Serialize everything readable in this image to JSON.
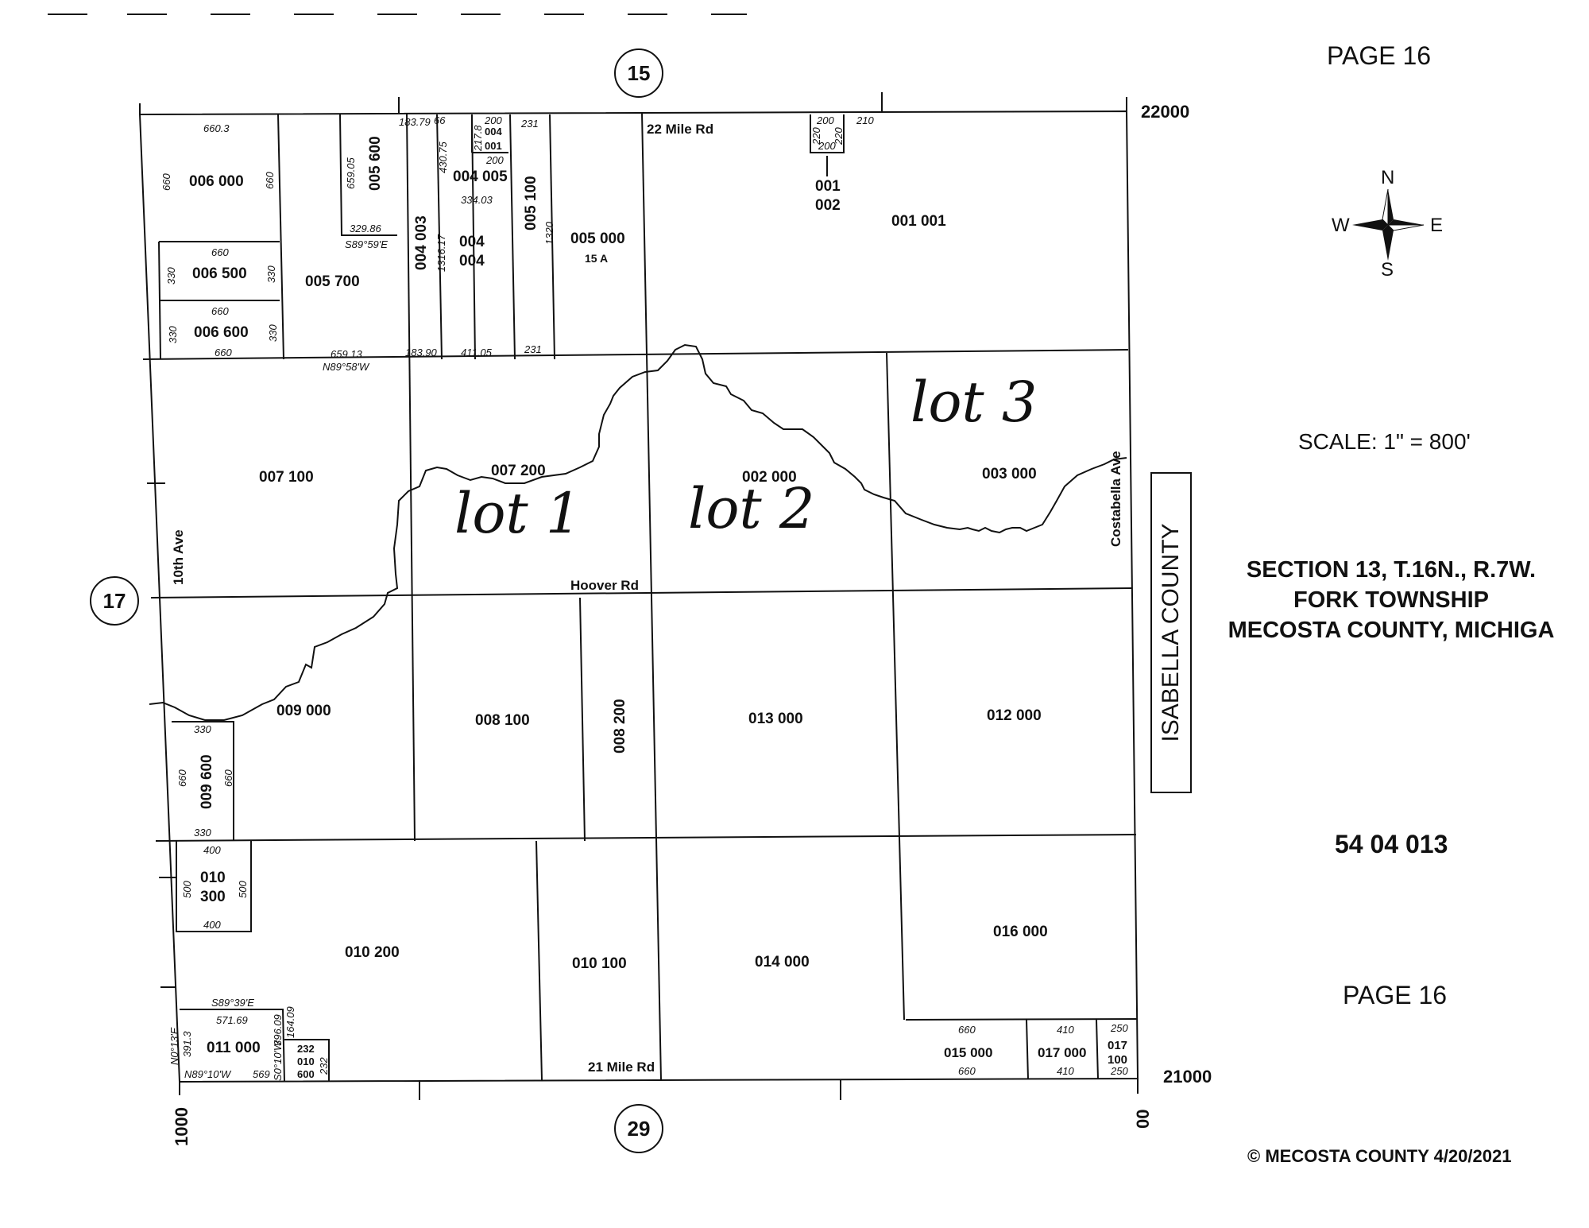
{
  "header": {
    "page_top": "PAGE 16",
    "page_bottom": "PAGE 16",
    "scale": "SCALE: 1\" = 800'",
    "title_line1": "SECTION 13, T.16N., R.7W.",
    "title_line2": "FORK TOWNSHIP",
    "title_line3": "MECOSTA COUNTY, MICHIGA",
    "map_number": "54 04 013",
    "copyright": "© MECOSTA COUNTY 4/20/2021"
  },
  "compass": {
    "n": "N",
    "s": "S",
    "e": "E",
    "w": "W",
    "icon": "compass-rose-icon"
  },
  "county_label": "ISABELLA COUNTY",
  "neighbors": {
    "north": "15",
    "west": "17",
    "south": "29"
  },
  "coords": {
    "top_right": "22000",
    "bottom_right": "21000",
    "bottom_left": "1000",
    "bottom_corner": "00"
  },
  "roads": {
    "north": "22 Mile Rd",
    "center": "Hoover Rd",
    "south": "21 Mile Rd",
    "west": "10th Ave",
    "east": "Costabella Ave"
  },
  "handwritten": {
    "lot1": "lot 1",
    "lot2": "lot 2",
    "lot3": "lot 3"
  },
  "parcels": {
    "p006000": "006 000",
    "p006500": "006 500",
    "p006600": "006 600",
    "p005700": "005 700",
    "p005600": "005 600",
    "p004003": "004 003",
    "p004004a": "004",
    "p004004b": "004",
    "p004005": "004 005",
    "p005100": "005 100",
    "p005000": "005 000",
    "p15a": "15 A",
    "p001a": "001",
    "p002a": "002",
    "p001001": "001 001",
    "p004top": "004",
    "p001top": "001",
    "p007100": "007 100",
    "p007200": "007 200",
    "p002000": "002 000",
    "p003000": "003 000",
    "p009000": "009 000",
    "p009600": "009 600",
    "p008100": "008 100",
    "p008200": "008 200",
    "p013000": "013 000",
    "p012000": "012 000",
    "p010300a": "010",
    "p010300b": "300",
    "p010200": "010 200",
    "p010100": "010 100",
    "p014000": "014 000",
    "p016000": "016 000",
    "p011000": "011 000",
    "p010600a": "232",
    "p010600b": "010",
    "p010600c": "600",
    "p015000": "015 000",
    "p017000": "017 000",
    "p017100a": "017",
    "p017100b": "100"
  },
  "dims": {
    "d660_3": "660.3",
    "d660a": "660",
    "d660b": "660",
    "d660c": "660",
    "d330a": "330",
    "d330b": "330",
    "d660d": "660",
    "d330c": "330",
    "d330d": "330",
    "d660e": "660",
    "d659_05": "659.05",
    "d329_86": "329.86",
    "s89_59e": "S89°59'E",
    "d183_79": "183.79",
    "d66": "66",
    "d430_75": "430.75",
    "d217_8": "217.8",
    "d200a": "200",
    "d200b": "200",
    "d334_03": "334.03",
    "d231a": "231",
    "d231b": "231",
    "d1316_17": "1316.17",
    "d1320": "1320",
    "d659_13": "659.13",
    "n89_58w": "N89°58'W",
    "d183_90": "183.90",
    "d411_05": "411.05",
    "d200c": "200",
    "d200d": "200",
    "d220a": "220",
    "d220b": "220",
    "d210": "210",
    "d330e": "330",
    "d660f": "660",
    "d660g": "660",
    "d330f": "330",
    "d400a": "400",
    "d500a": "500",
    "d500b": "500",
    "d400b": "400",
    "s89_39e": "S89°39'E",
    "d571_69": "571.69",
    "n0_13e": "N0°13'E",
    "d391_3": "391.3",
    "n89_10w": "N89°10'W",
    "d569": "569",
    "s0_10w": "S0°10'W",
    "d396_09": "396.09",
    "d164_09": "164.09",
    "d232": "232",
    "d660h": "660",
    "d660i": "660",
    "d410a": "410",
    "d410b": "410",
    "d250a": "250",
    "d250b": "250"
  }
}
